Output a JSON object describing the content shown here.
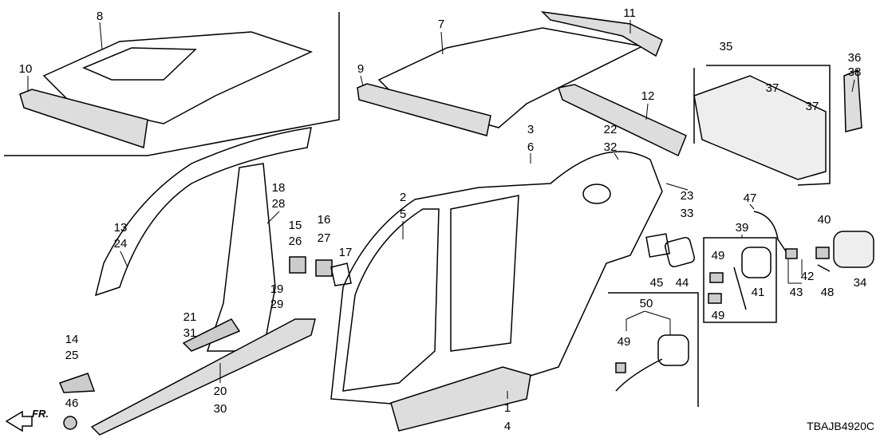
{
  "diagram_title_code": "TBAJB4920C",
  "front_indicator": "FR.",
  "callouts": [
    "8",
    "10",
    "7",
    "11",
    "9",
    "35",
    "36",
    "38",
    "37",
    "37",
    "12",
    "22",
    "32",
    "3",
    "6",
    "2",
    "5",
    "23",
    "33",
    "18",
    "28",
    "13",
    "24",
    "15",
    "26",
    "16",
    "27",
    "17",
    "47",
    "40",
    "39",
    "49",
    "41",
    "49",
    "42",
    "43",
    "48",
    "34",
    "45",
    "44",
    "50",
    "49",
    "19",
    "29",
    "21",
    "31",
    "14",
    "25",
    "20",
    "30",
    "46",
    "1",
    "4"
  ]
}
